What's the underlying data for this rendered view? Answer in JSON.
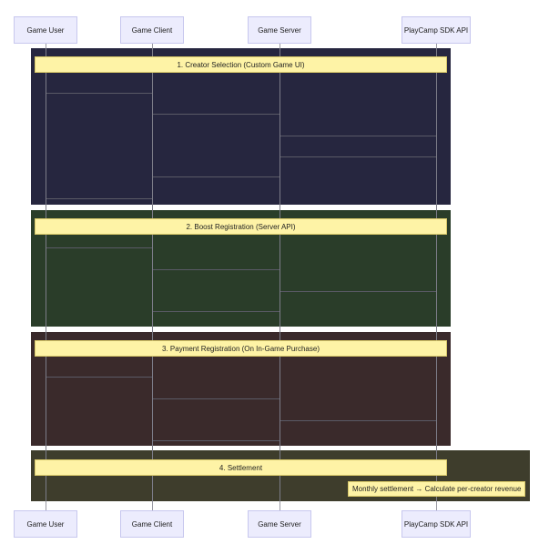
{
  "participants": [
    "Game User",
    "Game Client",
    "Game Server",
    "PlayCamp SDK API"
  ],
  "sections": [
    {
      "title": "1. Creator Selection (Custom Game UI)",
      "color": "#26263f"
    },
    {
      "title": "2. Boost Registration (Server API)",
      "color": "#2a3d29"
    },
    {
      "title": "3. Payment Registration (On In-Game Purchase)",
      "color": "#3a2a2b"
    },
    {
      "title": "4. Settlement",
      "color": "#3e3d2c"
    }
  ],
  "note": "Monthly settlement → Calculate per-creator revenue"
}
